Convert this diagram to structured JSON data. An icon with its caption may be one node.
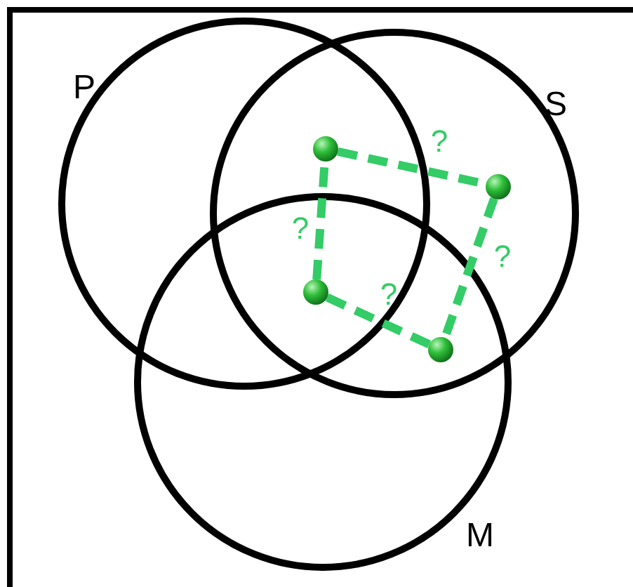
{
  "diagram": {
    "nodes": [
      {
        "text": [],
        "shape": "circle"
      },
      {
        "text": [],
        "shape": "circle"
      },
      {
        "text": [],
        "shape": "circle"
      },
      {
        "text": [],
        "shape": "circle"
      }
    ],
    "edges": [
      {
        "from": 0,
        "to": 1,
        "arrow": "none",
        "label": "?",
        "style": "dashed",
        "color": "#33cc66"
      },
      {
        "from": 1,
        "to": 3,
        "arrow": "none",
        "label": "?",
        "style": "dashed",
        "color": "#33cc66"
      },
      {
        "from": 3,
        "to": 2,
        "arrow": "none",
        "label": "?",
        "style": "dashed",
        "color": "#33cc66"
      },
      {
        "from": 2,
        "to": 0,
        "arrow": "none",
        "label": "?",
        "style": "dashed",
        "color": "#33cc66"
      }
    ],
    "labels": [
      "P",
      "S",
      "M"
    ]
  }
}
